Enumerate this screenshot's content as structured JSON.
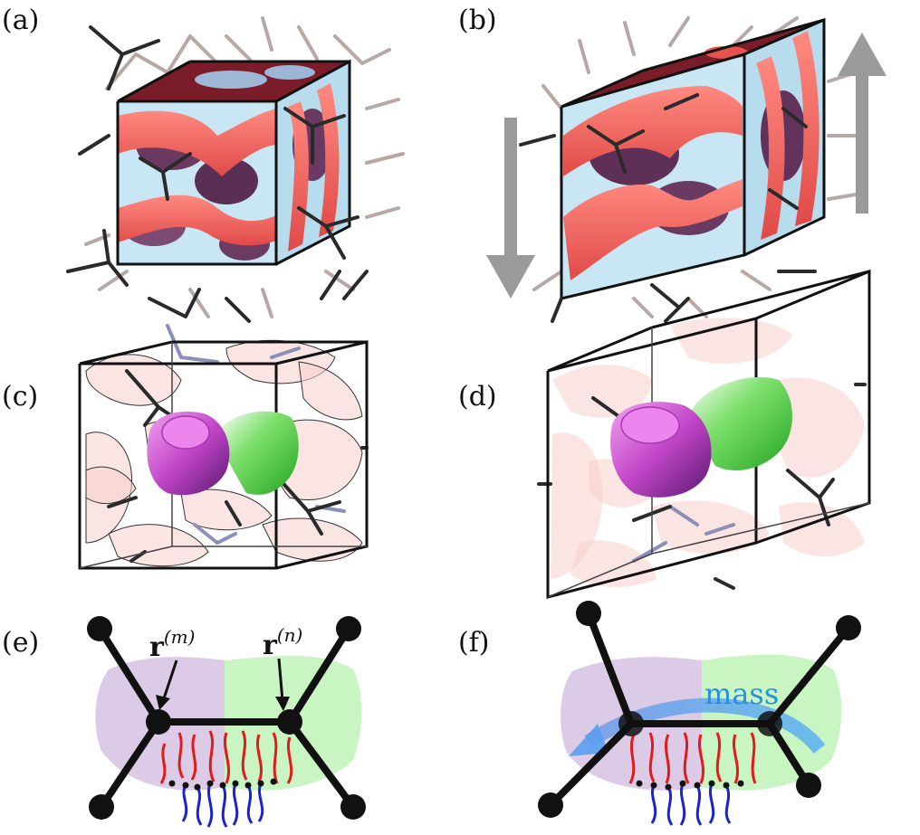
{
  "panels": [
    {
      "id": "a",
      "label": "(a)"
    },
    {
      "id": "b",
      "label": "(b)"
    },
    {
      "id": "c",
      "label": "(c)"
    },
    {
      "id": "d",
      "label": "(d)"
    },
    {
      "id": "e",
      "label": "(e)"
    },
    {
      "id": "f",
      "label": "(f)"
    }
  ],
  "annotations": {
    "r_m_base": "r",
    "r_m_sup": "(m)",
    "r_n_base": "r",
    "r_n_sup": "(n)",
    "mass": "mass"
  },
  "colors": {
    "salmon": "#f4605c",
    "ice": "#c8e6f4",
    "maroon": "#6d1f2c",
    "purple_region": "#dccbe6",
    "green_region": "#c9f5c2",
    "magenta_domain": "#d14fd4",
    "green_domain": "#4cd64a",
    "chain_red": "#e21a1a",
    "chain_blue": "#1a22d6",
    "mass_arrow": "#4aa0ee",
    "shear_arrow": "#9a9a9a"
  }
}
